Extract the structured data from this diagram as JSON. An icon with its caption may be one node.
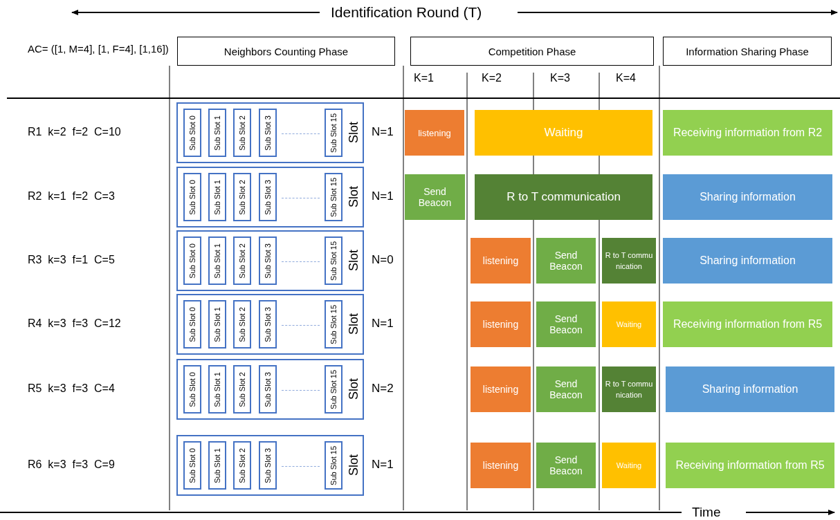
{
  "diagram": {
    "title": "Identification Round (T)",
    "nodes": [
      {
        "text": [
          "Neighbors Counting Phase"
        ]
      },
      {
        "text": [
          "Competition Phase"
        ]
      },
      {
        "text": [
          "Information Sharing Phase"
        ]
      },
      {
        "text": [
          "Slot"
        ]
      },
      {
        "text": [
          "Sub Slot 0"
        ],
        "in": 3
      },
      {
        "text": [
          "Sub Slot 1"
        ],
        "in": 3
      },
      {
        "text": [
          "Sub Slot 2"
        ],
        "in": 3
      },
      {
        "text": [
          "Sub Slot 3"
        ],
        "in": 3
      },
      {
        "text": [
          "Sub Slot 15"
        ],
        "in": 3
      },
      {
        "text": [
          "listening"
        ]
      },
      {
        "text": [
          "Waiting"
        ]
      },
      {
        "text": [
          "Receiving information from R2"
        ]
      },
      {
        "text": [
          "Slot"
        ]
      },
      {
        "text": [
          "Sub Slot 0"
        ],
        "in": 12
      },
      {
        "text": [
          "Sub Slot 1"
        ],
        "in": 12
      },
      {
        "text": [
          "Sub Slot 2"
        ],
        "in": 12
      },
      {
        "text": [
          "Sub Slot 3"
        ],
        "in": 12
      },
      {
        "text": [
          "Sub Slot 15"
        ],
        "in": 12
      },
      {
        "text": [
          "Send Beacon"
        ]
      },
      {
        "text": [
          "R to T communication"
        ]
      },
      {
        "text": [
          "Sharing information"
        ]
      },
      {
        "text": [
          "Slot"
        ]
      },
      {
        "text": [
          "Sub Slot 0"
        ],
        "in": 21
      },
      {
        "text": [
          "Sub Slot 1"
        ],
        "in": 21
      },
      {
        "text": [
          "Sub Slot 2"
        ],
        "in": 21
      },
      {
        "text": [
          "Sub Slot 3"
        ],
        "in": 21
      },
      {
        "text": [
          "Sub Slot 15"
        ],
        "in": 21
      },
      {
        "text": [
          "listening"
        ]
      },
      {
        "text": [
          "Send Beacon"
        ]
      },
      {
        "text": [
          "R to T communication"
        ]
      },
      {
        "text": [
          "Sharing information"
        ]
      },
      {
        "text": [
          "Slot"
        ]
      },
      {
        "text": [
          "Sub Slot 0"
        ],
        "in": 31
      },
      {
        "text": [
          "Sub Slot 1"
        ],
        "in": 31
      },
      {
        "text": [
          "Sub Slot 2"
        ],
        "in": 31
      },
      {
        "text": [
          "Sub Slot 3"
        ],
        "in": 31
      },
      {
        "text": [
          "Sub Slot 15"
        ],
        "in": 31
      },
      {
        "text": [
          "listening"
        ]
      },
      {
        "text": [
          "Send Beacon"
        ]
      },
      {
        "text": [
          "Waiting"
        ]
      },
      {
        "text": [
          "Receiving information from R5"
        ]
      },
      {
        "text": [
          "Slot"
        ]
      },
      {
        "text": [
          "Sub Slot 0"
        ],
        "in": 41
      },
      {
        "text": [
          "Sub Slot 1"
        ],
        "in": 41
      },
      {
        "text": [
          "Sub Slot 2"
        ],
        "in": 41
      },
      {
        "text": [
          "Sub Slot 3"
        ],
        "in": 41
      },
      {
        "text": [
          "Sub Slot 15"
        ],
        "in": 41
      },
      {
        "text": [
          "listening"
        ]
      },
      {
        "text": [
          "Send Beacon"
        ]
      },
      {
        "text": [
          "R to T communication"
        ]
      },
      {
        "text": [
          "Sharing information"
        ]
      },
      {
        "text": [
          "Slot"
        ]
      },
      {
        "text": [
          "Sub Slot 0"
        ],
        "in": 51
      },
      {
        "text": [
          "Sub Slot 1"
        ],
        "in": 51
      },
      {
        "text": [
          "Sub Slot 2"
        ],
        "in": 51
      },
      {
        "text": [
          "Sub Slot 3"
        ],
        "in": 51
      },
      {
        "text": [
          "Sub Slot 15"
        ],
        "in": 51
      },
      {
        "text": [
          "listening"
        ]
      },
      {
        "text": [
          "Send Beacon"
        ]
      },
      {
        "text": [
          "Waiting"
        ]
      },
      {
        "text": [
          "Receiving information from R5"
        ]
      }
    ],
    "labels": [
      "AC= ([1, M=4], [1, F=4], [1,16])",
      "K=1",
      "K=2",
      "K=3",
      "K=4",
      "R1  k=2  f=2  C=10",
      "N=1",
      "R2  k=1  f=2  C=3",
      "N=1",
      "R3  k=3  f=1  C=5",
      "N=0",
      "R4  k=3  f=3  C=12",
      "N=1",
      "R5  k=3  f=3  C=4",
      "N=2",
      "R6  k=3  f=3  C=9",
      "N=1",
      "Time"
    ]
  }
}
